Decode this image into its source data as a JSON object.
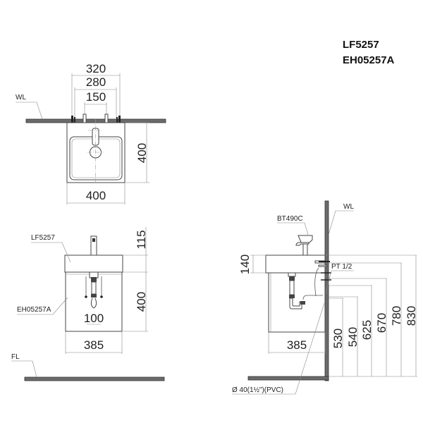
{
  "title_block": {
    "model_basin": "LF5257",
    "model_cabinet": "EH05257A"
  },
  "top_view": {
    "wall_label": "WL",
    "dims": {
      "outer_width": "320",
      "mount_width": "280",
      "faucet_spacing": "150",
      "depth": "400",
      "basin_width": "400"
    }
  },
  "front_view": {
    "basin_label": "LF5257",
    "cabinet_label": "EH05257A",
    "floor_label": "FL",
    "dims": {
      "faucet_height": "115",
      "cabinet_height": "400",
      "drain_spacing": "100",
      "cabinet_width": "385"
    }
  },
  "side_view": {
    "faucet_label": "BT490C",
    "wall_label": "WL",
    "supply_label": "PT 1/2",
    "pipe_label": "Ø 40(1½\")(PVC)",
    "dims": {
      "basin_thickness": "140",
      "cabinet_depth": "385",
      "heights": [
        "530",
        "540",
        "625",
        "670",
        "780",
        "830"
      ]
    }
  },
  "colors": {
    "wall_fill": "#6b6b6b",
    "line": "#555555",
    "text": "#222222"
  }
}
